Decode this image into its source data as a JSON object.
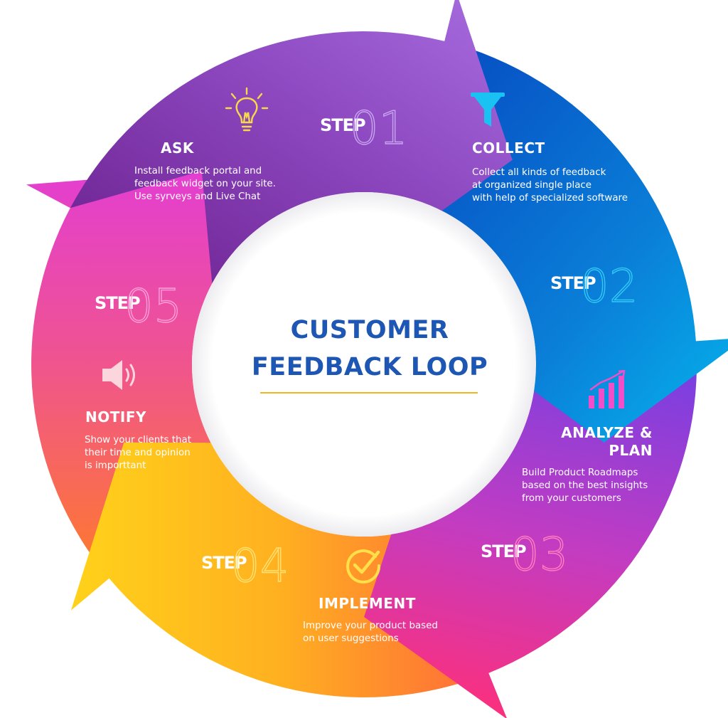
{
  "center": {
    "title": "CUSTOMER\nFEEDBACK LOOP"
  },
  "colors": {
    "title": "#1d56b3",
    "underline": "#f2b61c",
    "step1": "#8e44c4",
    "step2": "#0a63c8",
    "step3": "#ea2a86",
    "step4": "#ffb615",
    "step5": "#e43cc6"
  },
  "steps": [
    {
      "word": "STEP",
      "number": "01",
      "heading": "ASK",
      "description": "Install feedback portal and\nfeedback widget on your site.\nUse syrveys and Live Chat",
      "icon": "lightbulb-icon"
    },
    {
      "word": "STEP",
      "number": "02",
      "heading": "COLLECT",
      "description": "Collect all kinds of feedback\nat organized single place\nwith help of specialized software",
      "icon": "funnel-icon"
    },
    {
      "word": "STEP",
      "number": "03",
      "heading": "ANALYZE &\nPLAN",
      "description": "Build Product Roadmaps\nbased on the best insights\nfrom your customers",
      "icon": "bar-chart-icon"
    },
    {
      "word": "STEP",
      "number": "04",
      "heading": "IMPLEMENT",
      "description": "Improve your product based\non user suggestions",
      "icon": "checkmark-circle-icon"
    },
    {
      "word": "STEP",
      "number": "05",
      "heading": "NOTIFY",
      "description": "Show your clients that\ntheir time and opinion\nis importtant",
      "icon": "speaker-icon"
    }
  ]
}
